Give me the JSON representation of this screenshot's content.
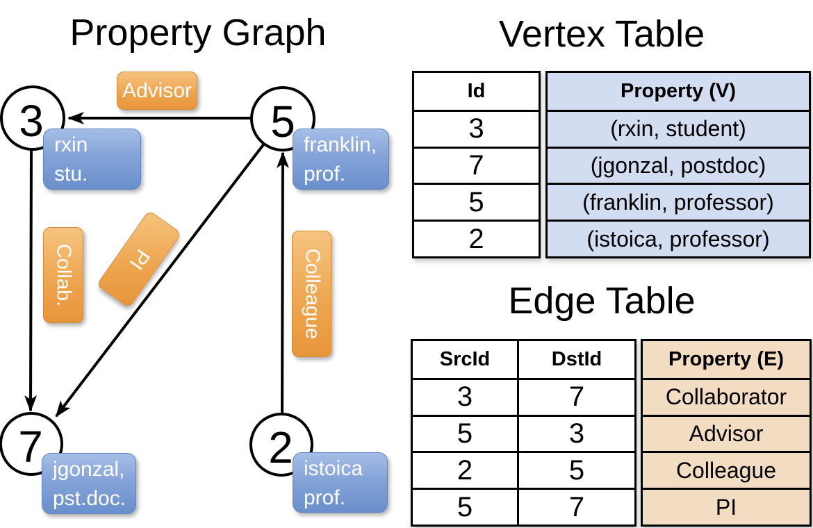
{
  "graph": {
    "title": "Property Graph",
    "nodes": [
      {
        "id": "3",
        "property_lines": [
          "rxin",
          "stu."
        ]
      },
      {
        "id": "5",
        "property_lines": [
          "franklin,",
          "prof."
        ]
      },
      {
        "id": "7",
        "property_lines": [
          "jgonzal,",
          "pst.doc."
        ]
      },
      {
        "id": "2",
        "property_lines": [
          "istoica",
          "prof."
        ]
      }
    ],
    "edge_labels": [
      {
        "id": "advisor",
        "label": "Advisor"
      },
      {
        "id": "collab",
        "label": "Collab."
      },
      {
        "id": "pi",
        "label": "PI"
      },
      {
        "id": "colleague",
        "label": "Colleague"
      }
    ]
  },
  "vertex_table": {
    "title": "Vertex Table",
    "columns": {
      "id": "Id",
      "property": "Property (V)"
    },
    "rows": [
      {
        "id": "3",
        "property": "(rxin, student)"
      },
      {
        "id": "7",
        "property": "(jgonzal, postdoc)"
      },
      {
        "id": "5",
        "property": "(franklin, professor)"
      },
      {
        "id": "2",
        "property": "(istoica, professor)"
      }
    ]
  },
  "edge_table": {
    "title": "Edge Table",
    "columns": {
      "src": "SrcId",
      "dst": "DstId",
      "property": "Property (E)"
    },
    "rows": [
      {
        "src": "3",
        "dst": "7",
        "property": "Collaborator"
      },
      {
        "src": "5",
        "dst": "3",
        "property": "Advisor"
      },
      {
        "src": "2",
        "dst": "5",
        "property": "Colleague"
      },
      {
        "src": "5",
        "dst": "7",
        "property": "PI"
      }
    ]
  },
  "colors": {
    "edge_label_gradient_top": "#f5c47f",
    "edge_label_gradient_bottom": "#e8953a",
    "vertex_label_gradient_top": "#a6bee7",
    "vertex_label_gradient_bottom": "#6a8fcb",
    "vertex_table_property_fill": "#d2ddf1",
    "edge_table_property_fill": "#f2dcc2",
    "line_color": "#000000",
    "label_text": "#ffffff"
  }
}
